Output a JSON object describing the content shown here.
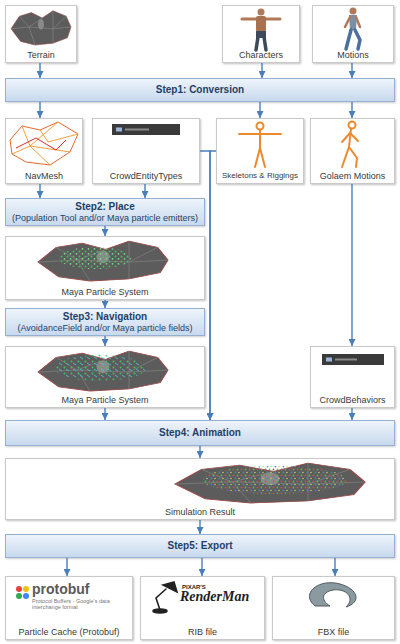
{
  "diagram": {
    "nodes": [
      {
        "text": [
          "Terrain"
        ]
      },
      {
        "text": [
          "Characters"
        ]
      },
      {
        "text": [
          "Motions"
        ]
      },
      {
        "text": [
          "Step1: Conversion"
        ]
      },
      {
        "text": [
          "NavMesh"
        ]
      },
      {
        "text": [
          "CrowdEntityTypes"
        ]
      },
      {
        "text": [
          "Skeletons & Riggings"
        ]
      },
      {
        "text": [
          "Golaem Motions"
        ]
      },
      {
        "text": [
          "Step2: Place",
          "(Population Tool and/or Maya particle emitters)"
        ]
      },
      {
        "text": [
          "Maya Particle System"
        ]
      },
      {
        "text": [
          "Step3: Navigation",
          "(AvoidanceField and/or Maya particle fields)"
        ]
      },
      {
        "text": [
          "Maya Particle System"
        ]
      },
      {
        "text": [
          "CrowdBehaviors"
        ]
      },
      {
        "text": [
          "Step4: Animation"
        ]
      },
      {
        "text": [
          "Simulation Result"
        ]
      },
      {
        "text": [
          "Step5: Export"
        ]
      },
      {
        "text": [
          "Particle Cache (Protobuf)"
        ]
      },
      {
        "text": [
          "RIB file"
        ]
      },
      {
        "text": [
          "FBX file"
        ]
      }
    ],
    "edges": [
      {
        "from": 0,
        "to": 3,
        "arrow": "to"
      },
      {
        "from": 1,
        "to": 3,
        "arrow": "to"
      },
      {
        "from": 2,
        "to": 3,
        "arrow": "to"
      },
      {
        "from": 3,
        "to": 4,
        "arrow": "to"
      },
      {
        "from": 3,
        "to": 6,
        "arrow": "to"
      },
      {
        "from": 3,
        "to": 7,
        "arrow": "to"
      },
      {
        "from": 5,
        "to": 13,
        "arrow": "to"
      },
      {
        "from": 6,
        "to": 13,
        "arrow": "to"
      },
      {
        "from": 4,
        "to": 8,
        "arrow": "to"
      },
      {
        "from": 5,
        "to": 8,
        "arrow": "to"
      },
      {
        "from": 8,
        "to": 9,
        "arrow": "to"
      },
      {
        "from": 9,
        "to": 10,
        "arrow": "to"
      },
      {
        "from": 10,
        "to": 11,
        "arrow": "to"
      },
      {
        "from": 11,
        "to": 13,
        "arrow": "to"
      },
      {
        "from": 7,
        "to": 12,
        "arrow": "to"
      },
      {
        "from": 12,
        "to": 13,
        "arrow": "to"
      },
      {
        "from": 13,
        "to": 14,
        "arrow": "to"
      },
      {
        "from": 14,
        "to": 15,
        "arrow": "to"
      },
      {
        "from": 15,
        "to": 16,
        "arrow": "to"
      },
      {
        "from": 15,
        "to": 17,
        "arrow": "to"
      },
      {
        "from": 15,
        "to": 18,
        "arrow": "to"
      }
    ],
    "labels": [
      "protobuf",
      "Protocol Buffers - Google's data interchange format",
      "PIXAR'S",
      "RenderMan"
    ]
  }
}
